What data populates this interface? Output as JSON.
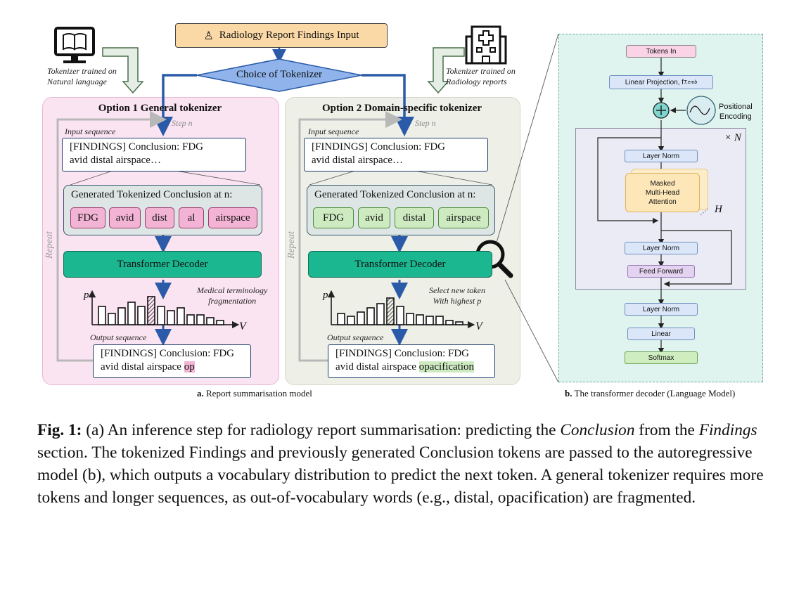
{
  "input_box": "Radiology Report Findings Input",
  "choice": "Choice of Tokenizer",
  "tok_left_note": [
    "Tokenizer trained on",
    "Natural language"
  ],
  "tok_right_note": [
    "Tokenizer trained on",
    "Radiology reports"
  ],
  "option1": {
    "title": "Option 1 General tokenizer",
    "step": "Step n",
    "input_label": "Input sequence",
    "input_text": [
      "[FINDINGS] Conclusion: FDG",
      "avid distal airspace…"
    ],
    "gen_title": "Generated Tokenized Conclusion at n:",
    "tokens": [
      "FDG",
      "avid",
      "dist",
      "al",
      "airspace"
    ],
    "decoder": "Transformer Decoder",
    "note": [
      "Medical terminology",
      "fragmentation"
    ],
    "p": "p",
    "v": "V",
    "output_label": "Output sequence",
    "output_text": [
      "[FINDINGS] Conclusion: FDG",
      "avid distal airspace ",
      "op"
    ],
    "repeat": "Repeat"
  },
  "option2": {
    "title": "Option 2 Domain-specific tokenizer",
    "step": "Step n",
    "input_label": "Input sequence",
    "input_text": [
      "[FINDINGS] Conclusion: FDG",
      "avid distal airspace…"
    ],
    "gen_title": "Generated Tokenized Conclusion at n:",
    "tokens": [
      "FDG",
      "avid",
      "distal",
      "airspace"
    ],
    "decoder": "Transformer Decoder",
    "note": [
      "Select new token",
      "With highest p"
    ],
    "p": "p",
    "v": "V",
    "output_label": "Output sequence",
    "output_text": [
      "[FINDINGS] Conclusion: FDG",
      "avid distal airspace ",
      "opacification"
    ],
    "repeat": "Repeat"
  },
  "right_panel": {
    "tokens_in": "Tokens In",
    "linear_proj": "Linear Projection, f",
    "linear_proj_sub": "T,emb",
    "pos_enc": [
      "Positional",
      "Encoding"
    ],
    "times_n": "× N",
    "layer_norm_1": "Layer Norm",
    "attention": [
      "Masked",
      "Multi-Head",
      "Attention"
    ],
    "h": "H",
    "layer_norm_2": "Layer Norm",
    "feed_forward": "Feed Forward",
    "layer_norm_3": "Layer Norm",
    "linear": "Linear",
    "softmax": "Softmax"
  },
  "label_a": {
    "bold": "a.",
    "text": " Report summarisation model"
  },
  "label_b": {
    "bold": "b.",
    "text": " The transformer decoder (Language Model)"
  },
  "caption": {
    "fig": "Fig. 1:",
    "p1": " (a) An inference step for radiology report summarisation: predicting the ",
    "conclusion": "Conclusion",
    "p2": " from the ",
    "findings": "Findings",
    "p3": " section. The tokenized Findings and previously generated Conclusion tokens are passed to the autoregressive model (b), which outputs a vocabulary distribution to predict the next token. A general tokenizer requires more tokens and longer sequences, as out-of-vocabulary words (e.g., distal, opacification) are fragmented."
  },
  "colors": {
    "pink_panel": "#fbe3f0",
    "green_panel": "#eef0e6",
    "decoder": "#1bb791",
    "teal_panel": "#dff3ef",
    "choice": "#8fb3ea",
    "input_box": "#fbd9a7"
  }
}
